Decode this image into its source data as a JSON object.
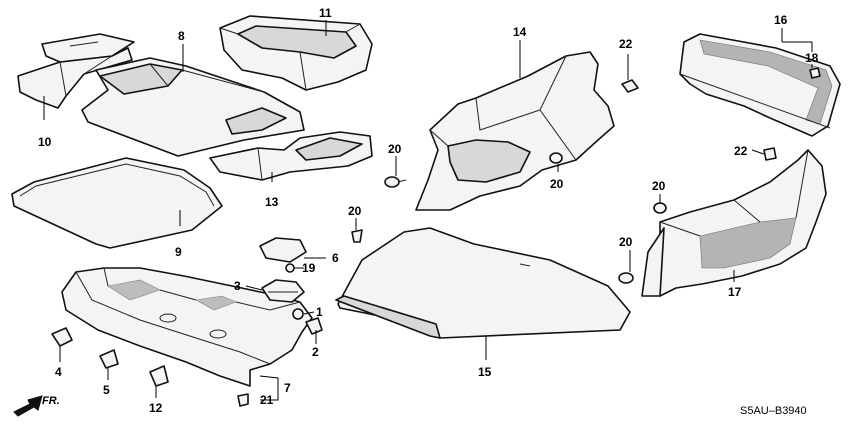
{
  "diagram": {
    "type": "exploded-parts-diagram",
    "callouts": [
      "1",
      "2",
      "3",
      "4",
      "5",
      "6",
      "7",
      "8",
      "9",
      "10",
      "11",
      "12",
      "13",
      "14",
      "15",
      "16",
      "17",
      "18",
      "19",
      "20",
      "20",
      "20",
      "20",
      "20",
      "21",
      "22",
      "22"
    ],
    "direction_label": "FR.",
    "drawing_code": "S5AU–B3940"
  }
}
